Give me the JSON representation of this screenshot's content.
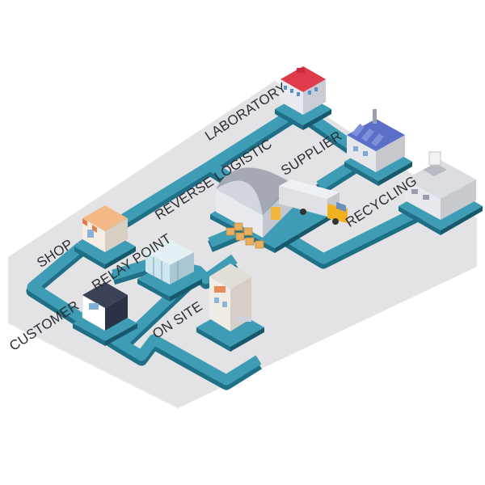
{
  "colors": {
    "platform": "#e3e3e6",
    "platform_shadow": "#d2d3d7",
    "path_top": "#3e9db5",
    "path_side": "#1f6f86",
    "path_dark": "#17596c",
    "label": "#2b2d33"
  },
  "labels": {
    "laboratory": "LABORATORY",
    "supplier": "SUPPLIER",
    "reverse_logistic": "REVERSE LOGISTIC",
    "recycling": "RECYCLING",
    "shop": "SHOP",
    "relay_point": "RELAY POINT",
    "customer": "CUSTOMER",
    "on_site": "ON SITE"
  },
  "icons": {
    "laboratory": "laboratory-building-icon",
    "supplier": "supplier-factory-icon",
    "warehouse": "warehouse-icon",
    "truck": "delivery-truck-icon",
    "recycling": "recycling-plant-icon",
    "shop": "shop-icon",
    "relay_point": "relay-point-icon",
    "customer": "customer-house-icon",
    "on_site": "on-site-building-icon"
  }
}
